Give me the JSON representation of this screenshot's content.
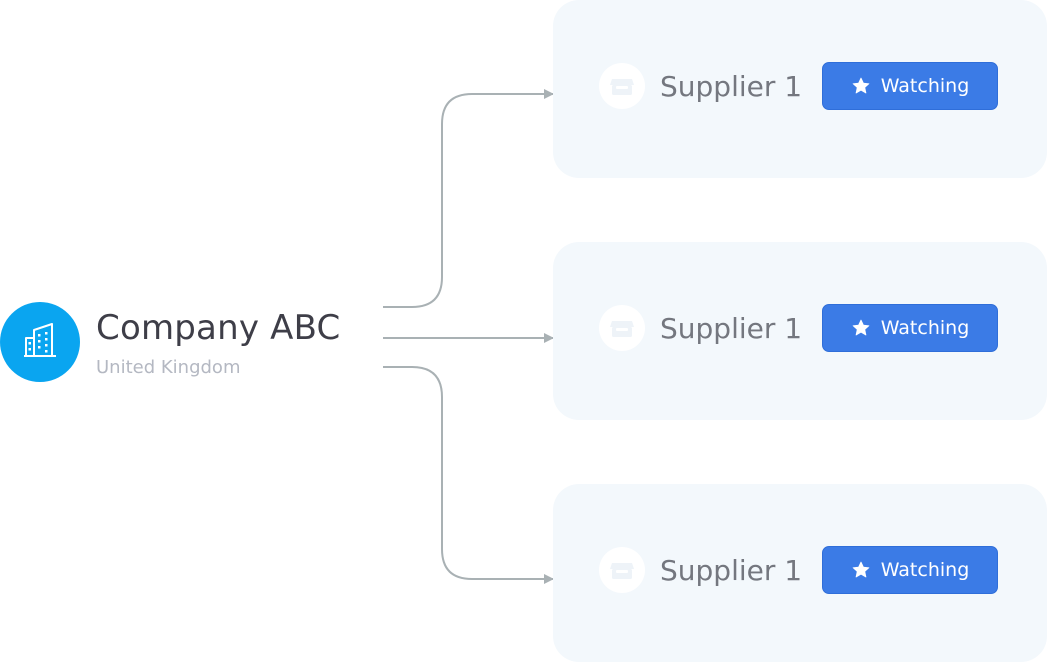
{
  "company": {
    "name": "Company ABC",
    "country": "United Kingdom",
    "icon": "office-building-icon"
  },
  "suppliers": [
    {
      "name": "Supplier 1",
      "icon": "storefront-icon",
      "button_label": "Watching",
      "button_icon": "star-icon"
    },
    {
      "name": "Supplier 1",
      "icon": "storefront-icon",
      "button_label": "Watching",
      "button_icon": "star-icon"
    },
    {
      "name": "Supplier 1",
      "icon": "storefront-icon",
      "button_label": "Watching",
      "button_icon": "star-icon"
    }
  ],
  "colors": {
    "company_avatar": "#0aa5f0",
    "card_background": "#f3f8fc",
    "button": "#3b7be6",
    "connector": "#a9b1b4"
  }
}
